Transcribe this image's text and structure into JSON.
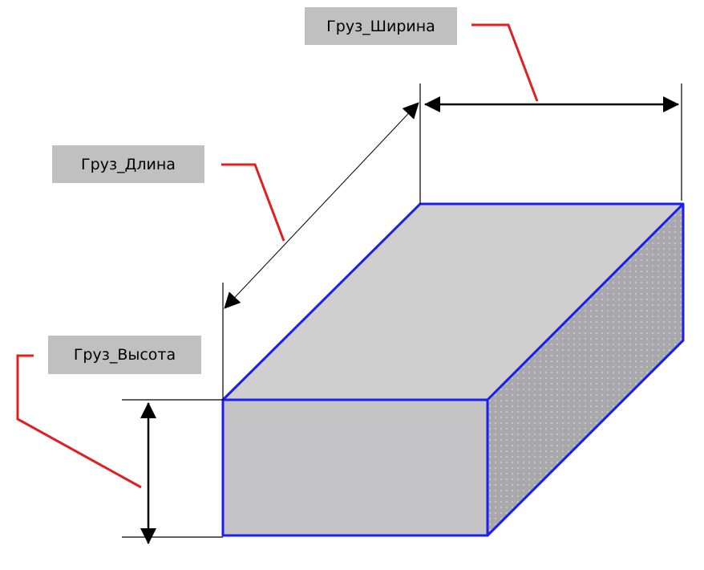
{
  "labels": {
    "width": "Груз_Ширина",
    "length": "Груз_Длина",
    "height": "Груз_Высота"
  },
  "colors": {
    "box_edge": "#1d1df0",
    "top_face": "#cfcfd0",
    "front_face": "#c4c4c6",
    "side_face": "#a9a9ab",
    "leader_line": "#e02020",
    "dimension_line": "#000000",
    "label_background": "#c0c0c0"
  }
}
